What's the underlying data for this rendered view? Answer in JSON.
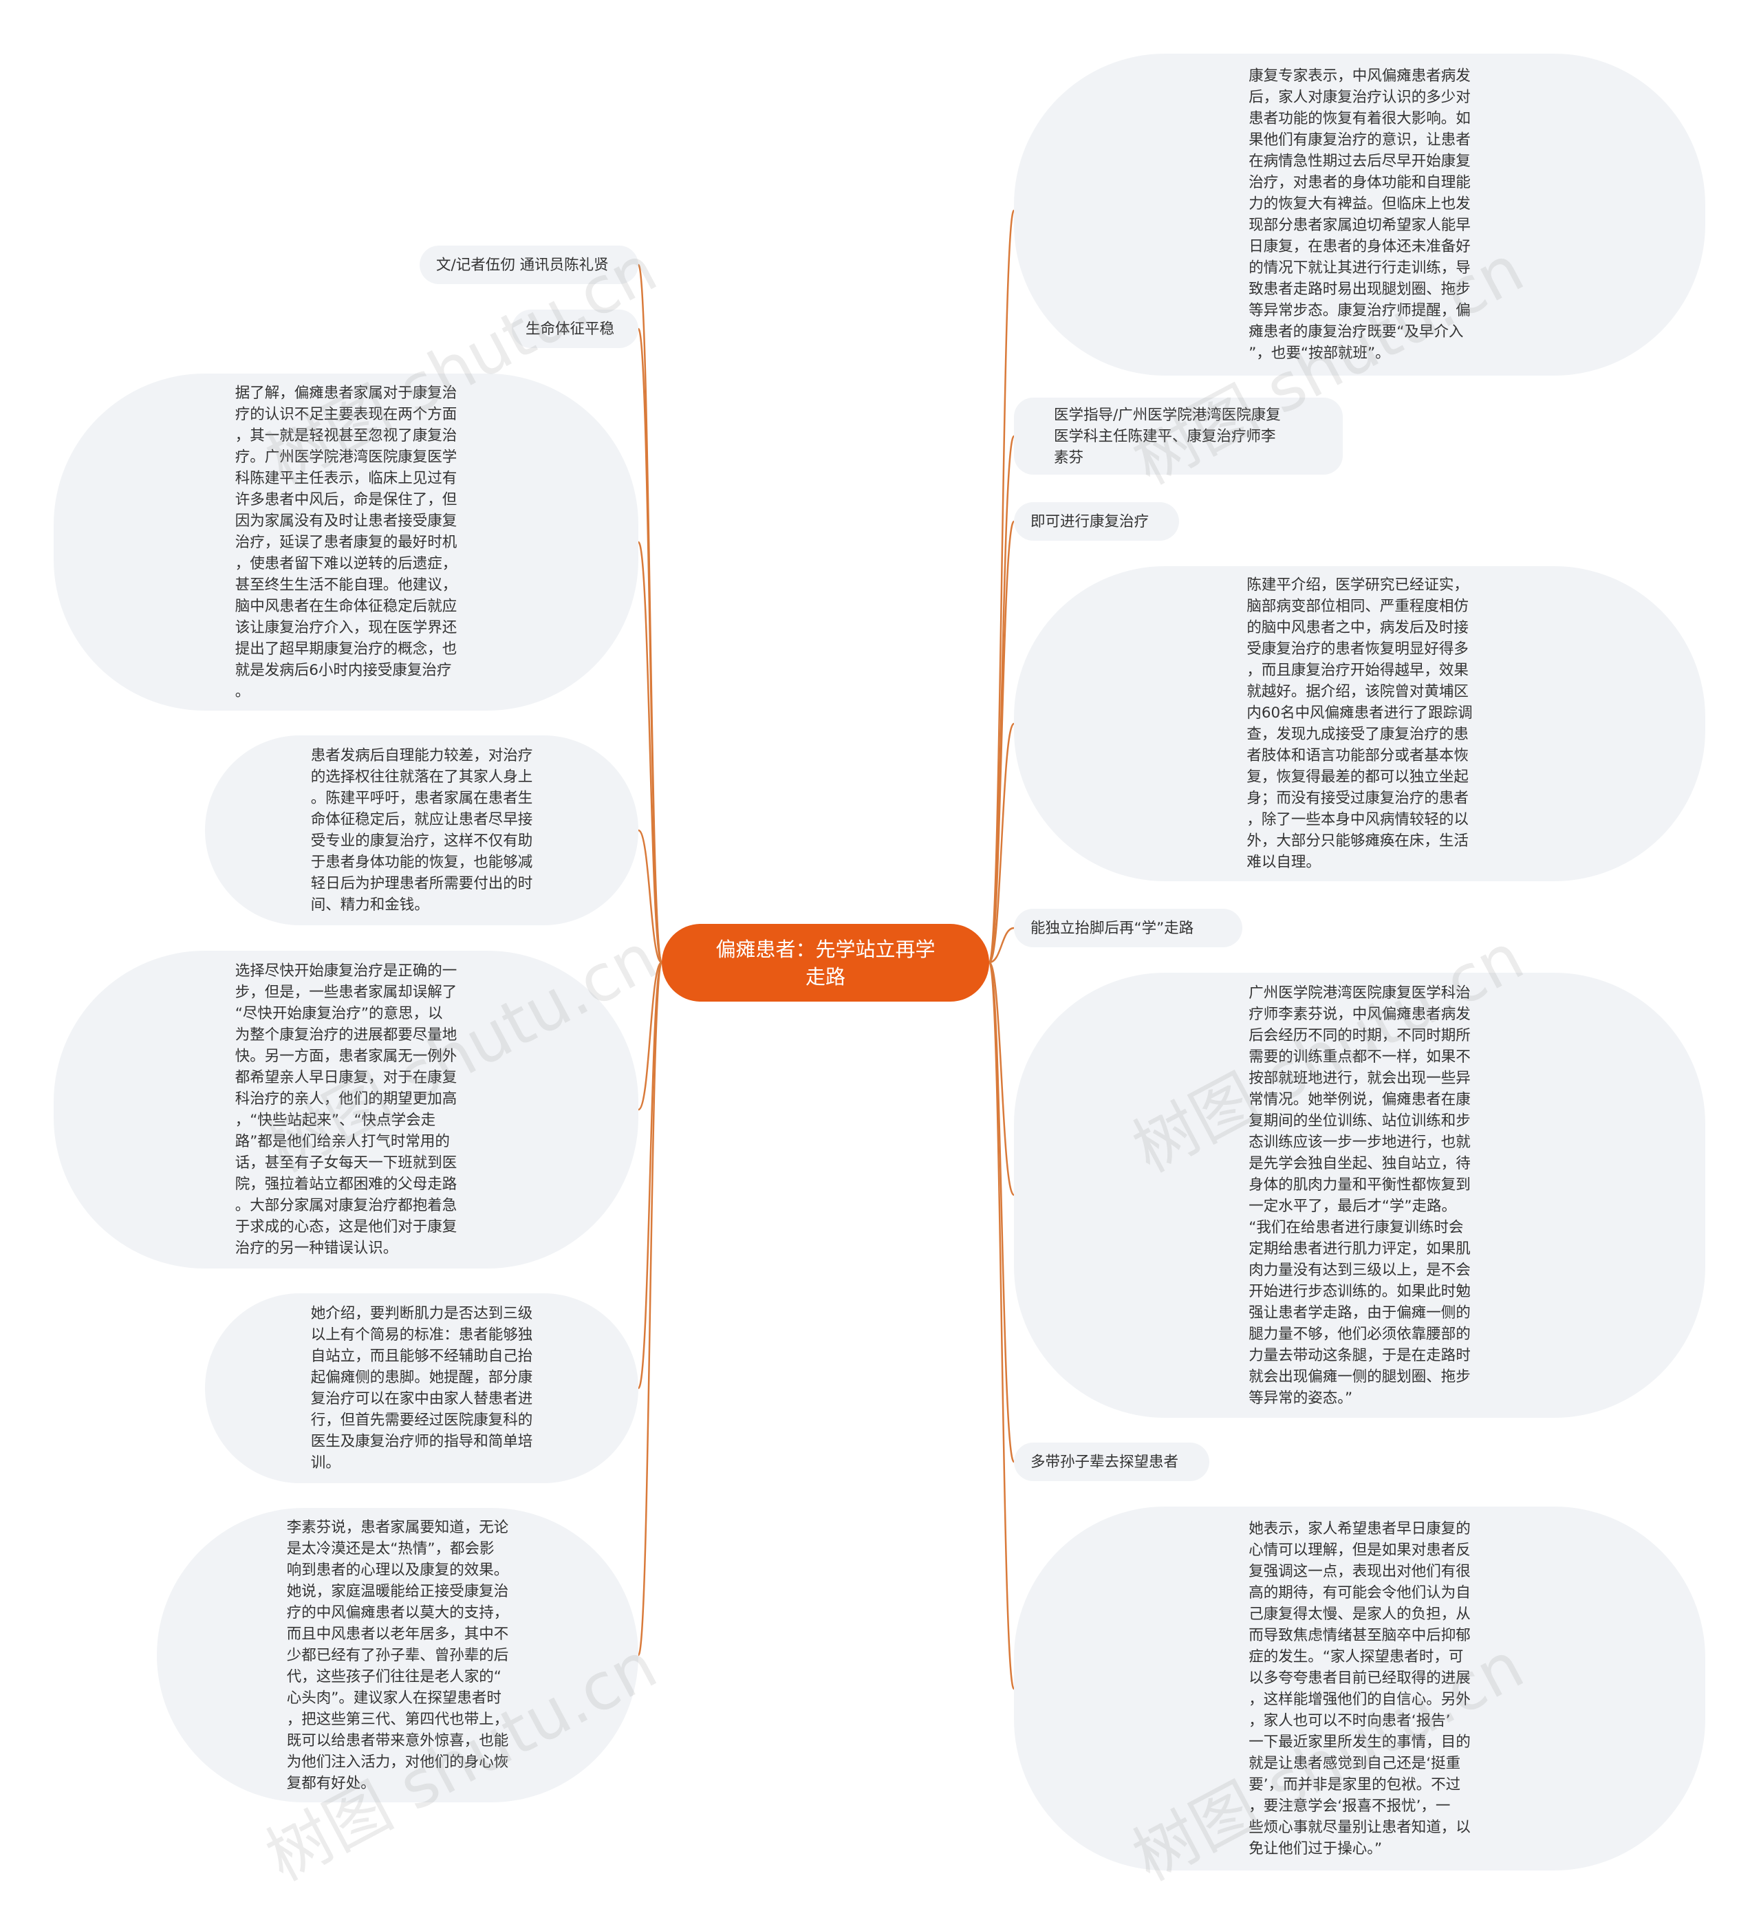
{
  "colors": {
    "root_fill": "#e85a14",
    "root_text": "#ffffff",
    "node_fill": "#f1f3f6",
    "link": "#d97a3a",
    "text": "#333333"
  },
  "watermark": "树图 shutu.cn",
  "root": {
    "lines": "偏瘫患者：先学站立再学\n走路"
  },
  "nodes": {
    "r1": "康复专家表示，中风偏瘫患者病发\n后，家人对康复治疗认识的多少对\n患者功能的恢复有着很大影响。如\n果他们有康复治疗的意识，让患者\n在病情急性期过去后尽早开始康复\n治疗，对患者的身体功能和自理能\n力的恢复大有裨益。但临床上也发\n现部分患者家属迫切希望家人能早\n日康复，在患者的身体还未准备好\n的情况下就让其进行行走训练，导\n致患者走路时易出现腿划圈、拖步\n等异常步态。康复治疗师提醒，偏\n瘫患者的康复治疗既要“及早介入\n”，也要“按部就班”。",
    "r2": "医学指导/广州医学院港湾医院康复\n医学科主任陈建平、康复治疗师李\n素芬",
    "r3": "即可进行康复治疗",
    "r4": "陈建平介绍，医学研究已经证实，\n脑部病变部位相同、严重程度相仿\n的脑中风患者之中，病发后及时接\n受康复治疗的患者恢复明显好得多\n，而且康复治疗开始得越早，效果\n就越好。据介绍，该院曾对黄埔区\n内60名中风偏瘫患者进行了跟踪调\n查，发现九成接受了康复治疗的患\n者肢体和语言功能部分或者基本恢\n复，恢复得最差的都可以独立坐起\n身；而没有接受过康复治疗的患者\n，除了一些本身中风病情较轻的以\n外，大部分只能够瘫痪在床，生活\n难以自理。",
    "r5": "能独立抬脚后再“学”走路",
    "r6": "广州医学院港湾医院康复医学科治\n疗师李素芬说，中风偏瘫患者病发\n后会经历不同的时期，不同时期所\n需要的训练重点都不一样，如果不\n按部就班地进行，就会出现一些异\n常情况。她举例说，偏瘫患者在康\n复期间的坐位训练、站位训练和步\n态训练应该一步一步地进行，也就\n是先学会独自坐起、独自站立，待\n身体的肌肉力量和平衡性都恢复到\n一定水平了，最后才“学”走路。\n“我们在给患者进行康复训练时会\n定期给患者进行肌力评定，如果肌\n肉力量没有达到三级以上，是不会\n开始进行步态训练的。如果此时勉\n强让患者学走路，由于偏瘫一侧的\n腿力量不够，他们必须依靠腰部的\n力量去带动这条腿，于是在走路时\n就会出现偏瘫一侧的腿划圈、拖步\n等异常的姿态。”",
    "r7": "多带孙子辈去探望患者",
    "r8": "她表示，家人希望患者早日康复的\n心情可以理解，但是如果对患者反\n复强调这一点，表现出对他们有很\n高的期待，有可能会令他们认为自\n己康复得太慢、是家人的负担，从\n而导致焦虑情绪甚至脑卒中后抑郁\n症的发生。“家人探望患者时，可\n以多夸夸患者目前已经取得的进展\n，这样能增强他们的自信心。另外\n，家人也可以不时向患者‘报告’\n一下最近家里所发生的事情，目的\n就是让患者感觉到自己还是‘挺重\n要’，而并非是家里的包袱。不过\n，要注意学会‘报喜不报忧’，一\n些烦心事就尽量别让患者知道，以\n免让他们过于操心。”",
    "l1": "文/记者伍仞 通讯员陈礼贤",
    "l2": "生命体征平稳",
    "l3": "据了解，偏瘫患者家属对于康复治\n疗的认识不足主要表现在两个方面\n，其一就是轻视甚至忽视了康复治\n疗。广州医学院港湾医院康复医学\n科陈建平主任表示，临床上见过有\n许多患者中风后，命是保住了，但\n因为家属没有及时让患者接受康复\n治疗，延误了患者康复的最好时机\n，使患者留下难以逆转的后遗症，\n甚至终生生活不能自理。他建议，\n脑中风患者在生命体征稳定后就应\n该让康复治疗介入，现在医学界还\n提出了超早期康复治疗的概念，也\n就是发病后6小时内接受康复治疗\n。",
    "l4": "患者发病后自理能力较差，对治疗\n的选择权往往就落在了其家人身上\n。陈建平呼吁，患者家属在患者生\n命体征稳定后，就应让患者尽早接\n受专业的康复治疗，这样不仅有助\n于患者身体功能的恢复，也能够减\n轻日后为护理患者所需要付出的时\n间、精力和金钱。",
    "l5": "选择尽快开始康复治疗是正确的一\n步，但是，一些患者家属却误解了\n“尽快开始康复治疗”的意思，以\n为整个康复治疗的进展都要尽量地\n快。另一方面，患者家属无一例外\n都希望亲人早日康复，对于在康复\n科治疗的亲人，他们的期望更加高\n，“快些站起来”、“快点学会走\n路”都是他们给亲人打气时常用的\n话，甚至有子女每天一下班就到医\n院，强拉着站立都困难的父母走路\n。大部分家属对康复治疗都抱着急\n于求成的心态，这是他们对于康复\n治疗的另一种错误认识。",
    "l6": "她介绍，要判断肌力是否达到三级\n以上有个简易的标准：患者能够独\n自站立，而且能够不经辅助自己抬\n起偏瘫侧的患脚。她提醒，部分康\n复治疗可以在家中由家人替患者进\n行，但首先需要经过医院康复科的\n医生及康复治疗师的指导和简单培\n训。",
    "l7": "李素芬说，患者家属要知道，无论\n是太冷漠还是太“热情”，都会影\n响到患者的心理以及康复的效果。\n她说，家庭温暖能给正接受康复治\n疗的中风偏瘫患者以莫大的支持，\n而且中风患者以老年居多，其中不\n少都已经有了孙子辈、曾孙辈的后\n代，这些孩子们往往是老人家的“\n心头肉”。建议家人在探望患者时\n，把这些第三代、第四代也带上，\n既可以给患者带来意外惊喜，也能\n为他们注入活力，对他们的身心恢\n复都有好处。"
  }
}
